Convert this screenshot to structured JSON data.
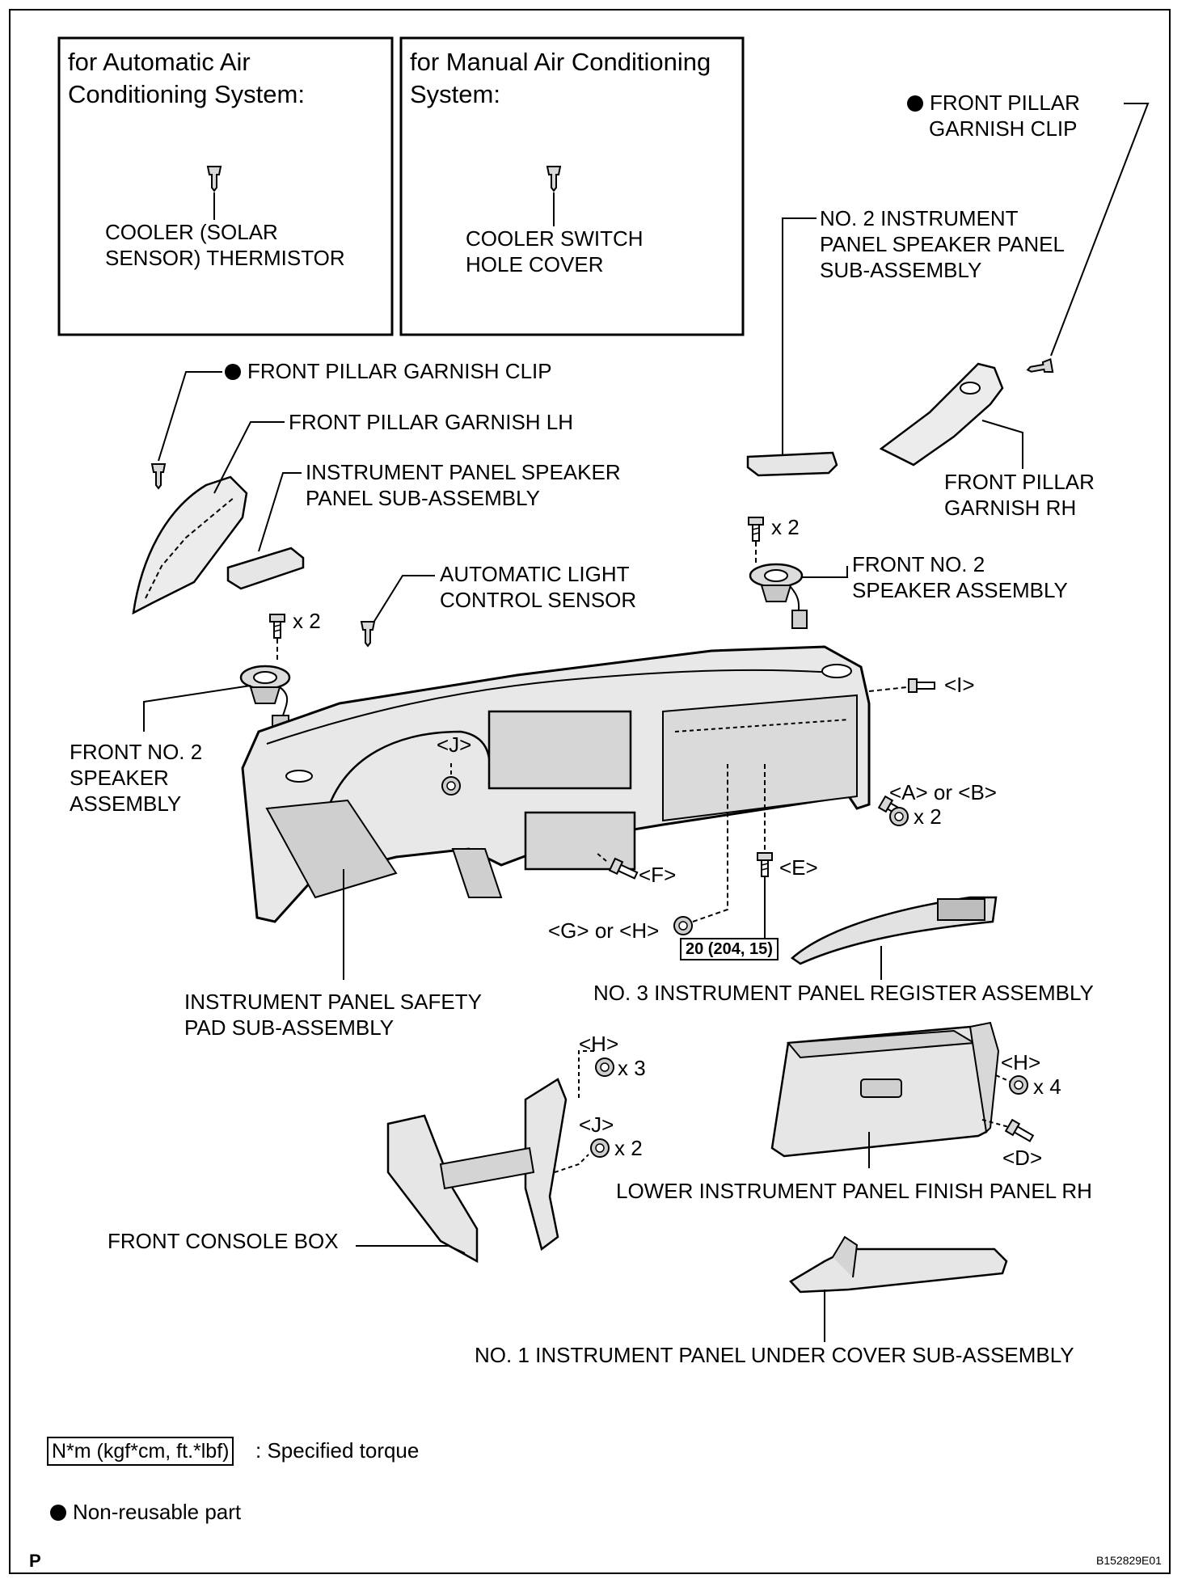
{
  "inset_boxes": {
    "automatic": {
      "title_line1": "for Automatic Air",
      "title_line2": "Conditioning System:",
      "part_line1": "COOLER (SOLAR",
      "part_line2": "SENSOR) THERMISTOR"
    },
    "manual": {
      "title_line1": "for Manual Air Conditioning",
      "title_line2": "System:",
      "part_line1": "COOLER SWITCH",
      "part_line2": "HOLE COVER"
    }
  },
  "labels": {
    "front_pillar_clip_rh_1": "FRONT PILLAR",
    "front_pillar_clip_rh_2": "GARNISH CLIP",
    "no2_speaker_panel_1": "NO. 2 INSTRUMENT",
    "no2_speaker_panel_2": "PANEL SPEAKER PANEL",
    "no2_speaker_panel_3": "SUB-ASSEMBLY",
    "front_pillar_clip_lh": "FRONT PILLAR GARNISH CLIP",
    "front_pillar_garnish_lh": "FRONT PILLAR GARNISH LH",
    "speaker_panel_1": "INSTRUMENT PANEL SPEAKER",
    "speaker_panel_2": "PANEL SUB-ASSEMBLY",
    "front_pillar_garnish_rh_1": "FRONT PILLAR",
    "front_pillar_garnish_rh_2": "GARNISH RH",
    "light_sensor_1": "AUTOMATIC LIGHT",
    "light_sensor_2": "CONTROL SENSOR",
    "speaker_rh_1": "FRONT NO. 2",
    "speaker_rh_2": "SPEAKER ASSEMBLY",
    "speaker_lh_1": "FRONT NO. 2",
    "speaker_lh_2": "SPEAKER",
    "speaker_lh_3": "ASSEMBLY",
    "safety_pad_1": "INSTRUMENT PANEL SAFETY",
    "safety_pad_2": "PAD SUB-ASSEMBLY",
    "register": "NO. 3 INSTRUMENT PANEL REGISTER ASSEMBLY",
    "finish_panel_rh": "LOWER INSTRUMENT PANEL FINISH PANEL RH",
    "console_box": "FRONT CONSOLE BOX",
    "under_cover": "NO. 1 INSTRUMENT PANEL UNDER COVER SUB-ASSEMBLY"
  },
  "fasteners": {
    "x2_speaker_rh": "x 2",
    "x2_speaker_lh": "x 2",
    "I": "<I>",
    "J_top": "<J>",
    "A_or_B": "<A> or <B>",
    "x2_A_B": "x 2",
    "F": "<F>",
    "E": "<E>",
    "G_or_H": "<G> or <H>",
    "H_console": "<H>",
    "x3_console": "x 3",
    "J_console": "<J>",
    "x2_console": "x 2",
    "H_finish": "<H>",
    "x4_finish": "x 4",
    "D": "<D>"
  },
  "torque_spec": "20 (204, 15)",
  "legend": {
    "torque_unit": "N*m (kgf*cm, ft.*lbf)",
    "torque_text": ": Specified torque",
    "non_reusable": "Non-reusable part"
  },
  "footer": {
    "page_letter": "P",
    "figure_code": "B152829E01"
  },
  "colors": {
    "ink": "#000000",
    "part_fill": "#e6e6e6",
    "part_shade": "#b8b8b8",
    "background": "#ffffff"
  }
}
